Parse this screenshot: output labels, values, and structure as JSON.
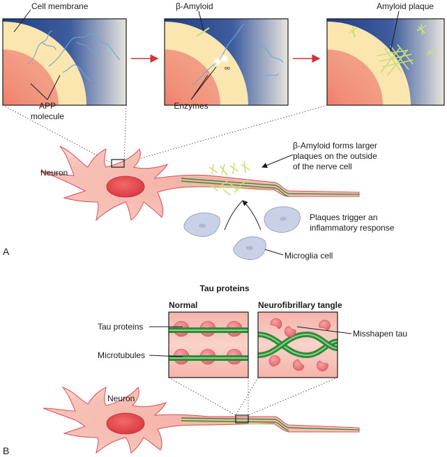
{
  "panel_a": {
    "letter": "A",
    "labels": {
      "cell_membrane": "Cell membrane",
      "app_line1": "APP",
      "app_line2": "molecule",
      "beta_amyloid": "β-Amyloid",
      "enzymes": "Enzymes",
      "amyloid_plaque": "Amyloid plaque",
      "neuron": "Neuron",
      "plaques_form_line1": "β-Amyloid forms larger",
      "plaques_form_line2": "plaques on the outside",
      "plaques_form_line3": "of the nerve cell",
      "inflammatory_line1": "Plaques trigger an",
      "inflammatory_line2": "inflammatory response",
      "microglia": "Microglia cell"
    }
  },
  "panel_b": {
    "letter": "B",
    "title": "Tau proteins",
    "normal_title": "Normal",
    "tangle_title": "Neurofibrillary tangle",
    "labels": {
      "tau_proteins": "Tau proteins",
      "microtubules": "Microtubules",
      "misshapen_tau": "Misshapen tau",
      "neuron": "Neuron"
    }
  },
  "colors": {
    "cell_red": "#e8474f",
    "cell_pink": "#f5b3aa",
    "cell_yellow": "#fbe6b0",
    "extracellular_blue": "#1f3f86",
    "fiber_blue": "#6aa7d6",
    "plaque_green": "#c8e07a",
    "arrow_red": "#d0323b",
    "microtubule_green": "#2e8b3a",
    "microglia": "#c9d1e6"
  }
}
